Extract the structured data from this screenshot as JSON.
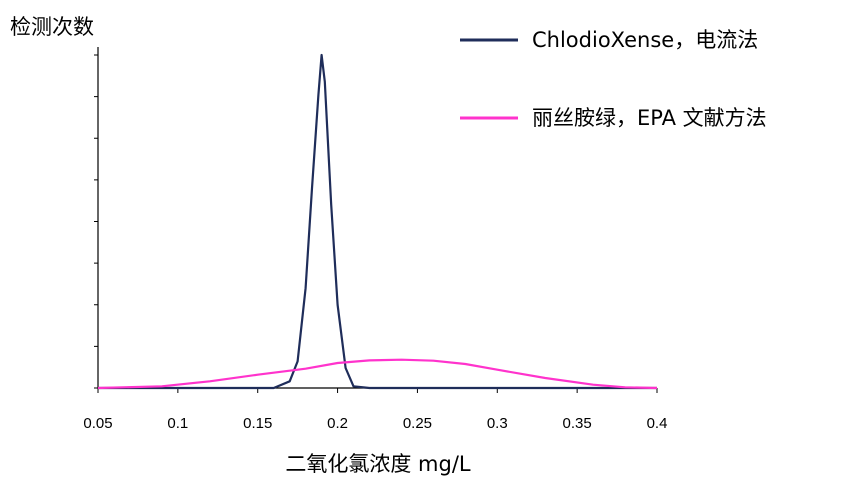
{
  "chart_data": {
    "type": "line",
    "ylabel": "检测次数",
    "xlabel": "二氧化氯浓度  mg/L",
    "xlim": [
      0.05,
      0.4
    ],
    "x_ticks": [
      "0.05",
      "0.1",
      "0.15",
      "0.2",
      "0.25",
      "0.3",
      "0.35",
      "0.4"
    ],
    "y_axis_numbered": false,
    "y_minor_ticks": 8,
    "grid": false,
    "legend_position": "top-right",
    "series": [
      {
        "name": "ChlodioXense，电流法",
        "color": "#1f2d5a",
        "points": [
          [
            0.05,
            0
          ],
          [
            0.16,
            0
          ],
          [
            0.17,
            0.02
          ],
          [
            0.175,
            0.08
          ],
          [
            0.18,
            0.3
          ],
          [
            0.184,
            0.6
          ],
          [
            0.188,
            0.88
          ],
          [
            0.19,
            1.0
          ],
          [
            0.192,
            0.92
          ],
          [
            0.196,
            0.55
          ],
          [
            0.2,
            0.25
          ],
          [
            0.205,
            0.06
          ],
          [
            0.21,
            0.005
          ],
          [
            0.22,
            0
          ],
          [
            0.4,
            0
          ]
        ]
      },
      {
        "name": "丽丝胺绿，EPA 文献方法",
        "color": "#ff33cc",
        "points": [
          [
            0.05,
            0
          ],
          [
            0.09,
            0.005
          ],
          [
            0.12,
            0.02
          ],
          [
            0.15,
            0.04
          ],
          [
            0.18,
            0.058
          ],
          [
            0.2,
            0.075
          ],
          [
            0.22,
            0.083
          ],
          [
            0.24,
            0.085
          ],
          [
            0.26,
            0.082
          ],
          [
            0.28,
            0.072
          ],
          [
            0.3,
            0.055
          ],
          [
            0.33,
            0.03
          ],
          [
            0.36,
            0.01
          ],
          [
            0.38,
            0.002
          ],
          [
            0.4,
            0
          ]
        ]
      }
    ]
  }
}
